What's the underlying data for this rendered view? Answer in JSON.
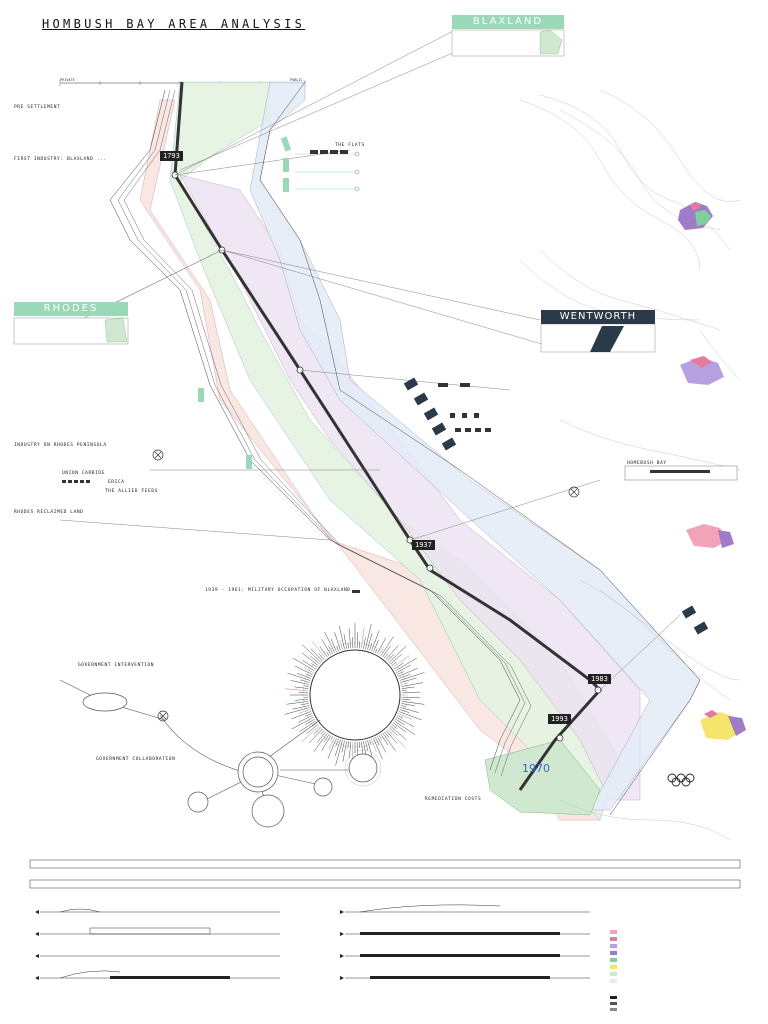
{
  "title": "HOMBUSH BAY AREA ANALYSIS",
  "tags": {
    "blaxland": "BLAXLAND",
    "rhodes": "RHODES",
    "wentworth": "WENTWORTH"
  },
  "top_axis": {
    "left": "PRIVATE",
    "right": "PUBLIC"
  },
  "years": {
    "y1793": "1793",
    "y1937": "1937",
    "y1983": "1983",
    "y1993": "1993",
    "y1970": "1970"
  },
  "annotations": {
    "pre_settlement": "PRE SETTLEMENT",
    "first_industry": "FIRST INDUSTRY: BLAXLAND ...",
    "the_flats": "THE FLATS",
    "industry_rhodes": "INDUSTRY ON RHODES PENINSULA",
    "union_carbide": "UNION CARBIDE",
    "erica": "ERICA",
    "the_allied_feeds": "THE ALLIED FEEDS",
    "rhodes_reclaimed": "RHODES RECLAIMED LAND",
    "military": "1939 - 1961: MILITARY OCCUPATION OF BLAXLAND",
    "government_intervention": "GOVERNMENT INTERVENTION",
    "government_collaboration": "GOVERNMENT COLLABORATION",
    "remediation": "REMEDIATION COSTS",
    "homebush_bay": "HOMEBUSH BAY"
  },
  "icons": [
    "tree-icon",
    "factory-icon",
    "horse-icon",
    "olympic-rings-icon"
  ]
}
